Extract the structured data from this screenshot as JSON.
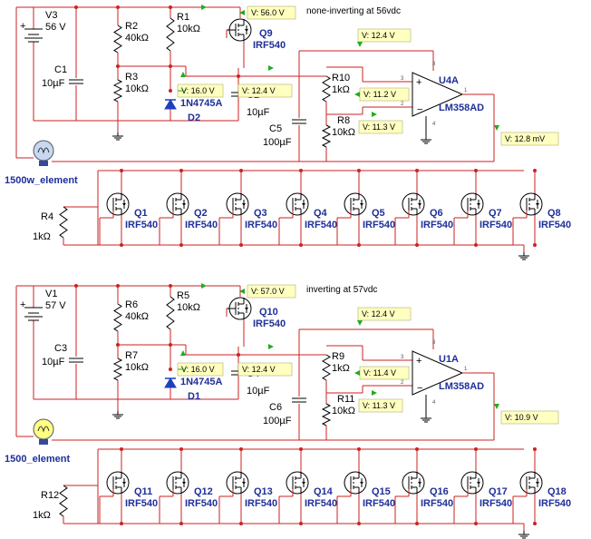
{
  "circuits": [
    {
      "id": "top",
      "note": "none-inverting at 56vdc",
      "supply": {
        "ref": "V3",
        "value": "56 V"
      },
      "cap_main": {
        "ref": "C1",
        "value": "10µF"
      },
      "r_upper": {
        "ref": "R2",
        "value": "40kΩ"
      },
      "r_lower": {
        "ref": "R3",
        "value": "10kΩ"
      },
      "r_gate": {
        "ref": "R1",
        "value": "10kΩ"
      },
      "zener": {
        "ref": "D2",
        "value": "1N4745A"
      },
      "cap_c2": {
        "ref": "C2",
        "value": "10µF"
      },
      "mosfet_top": {
        "ref": "Q9",
        "value": "IRF540"
      },
      "r_fb1": {
        "ref": "R10",
        "value": "1kΩ"
      },
      "r_fb2": {
        "ref": "R8",
        "value": "10kΩ"
      },
      "cap_c5": {
        "ref": "C5",
        "value": "100µF"
      },
      "opamp": {
        "ref": "U4A",
        "value": "LM358AD"
      },
      "element": "1500w_element",
      "r_bottom": {
        "ref": "R4",
        "value": "1kΩ"
      },
      "mosfets": [
        {
          "ref": "Q1",
          "value": "IRF540"
        },
        {
          "ref": "Q2",
          "value": "IRF540"
        },
        {
          "ref": "Q3",
          "value": "IRF540"
        },
        {
          "ref": "Q4",
          "value": "IRF540"
        },
        {
          "ref": "Q5",
          "value": "IRF540"
        },
        {
          "ref": "Q6",
          "value": "IRF540"
        },
        {
          "ref": "Q7",
          "value": "IRF540"
        },
        {
          "ref": "Q8",
          "value": "IRF540"
        }
      ],
      "probes": {
        "top": "V: 56.0 V",
        "opamp_supply": "V: 12.4 V",
        "zener": "V: 16.0 V",
        "c4": "V: 12.4 V",
        "plus_in": "V: 11.2 V",
        "minus_in": "V: 11.3 V",
        "output": "V: 12.8 mV"
      },
      "lamp_on": false
    },
    {
      "id": "bottom",
      "note": "inverting at 57vdc",
      "supply": {
        "ref": "V1",
        "value": "57 V"
      },
      "cap_main": {
        "ref": "C3",
        "value": "10µF"
      },
      "r_upper": {
        "ref": "R6",
        "value": "40kΩ"
      },
      "r_lower": {
        "ref": "R7",
        "value": "10kΩ"
      },
      "r_gate": {
        "ref": "R5",
        "value": "10kΩ"
      },
      "zener": {
        "ref": "D1",
        "value": "1N4745A"
      },
      "cap_c2": {
        "ref": "C4",
        "value": "10µF"
      },
      "mosfet_top": {
        "ref": "Q10",
        "value": "IRF540"
      },
      "r_fb1": {
        "ref": "R9",
        "value": "1kΩ"
      },
      "r_fb2": {
        "ref": "R11",
        "value": "10kΩ"
      },
      "cap_c5": {
        "ref": "C6",
        "value": "100µF"
      },
      "opamp": {
        "ref": "U1A",
        "value": "LM358AD"
      },
      "element": "1500_element",
      "r_bottom": {
        "ref": "R12",
        "value": "1kΩ"
      },
      "mosfets": [
        {
          "ref": "Q11",
          "value": "IRF540"
        },
        {
          "ref": "Q12",
          "value": "IRF540"
        },
        {
          "ref": "Q13",
          "value": "IRF540"
        },
        {
          "ref": "Q14",
          "value": "IRF540"
        },
        {
          "ref": "Q15",
          "value": "IRF540"
        },
        {
          "ref": "Q16",
          "value": "IRF540"
        },
        {
          "ref": "Q17",
          "value": "IRF540"
        },
        {
          "ref": "Q18",
          "value": "IRF540"
        }
      ],
      "probes": {
        "top": "V: 57.0 V",
        "opamp_supply": "V: 12.4 V",
        "zener": "V: 16.0 V",
        "c4": "V: 12.4 V",
        "plus_in": "V: 11.4 V",
        "minus_in": "V: 11.3 V",
        "output": "V: 10.9 V"
      },
      "lamp_on": true
    }
  ],
  "colors": {
    "wire": "#cc2222",
    "component": "#000000",
    "label": "#1f2f9a",
    "probe_fill": "#ffffc0",
    "probe_arrow": "#22aa22",
    "lamp_off": "#c8d8f0",
    "lamp_on": "#ffff80"
  }
}
